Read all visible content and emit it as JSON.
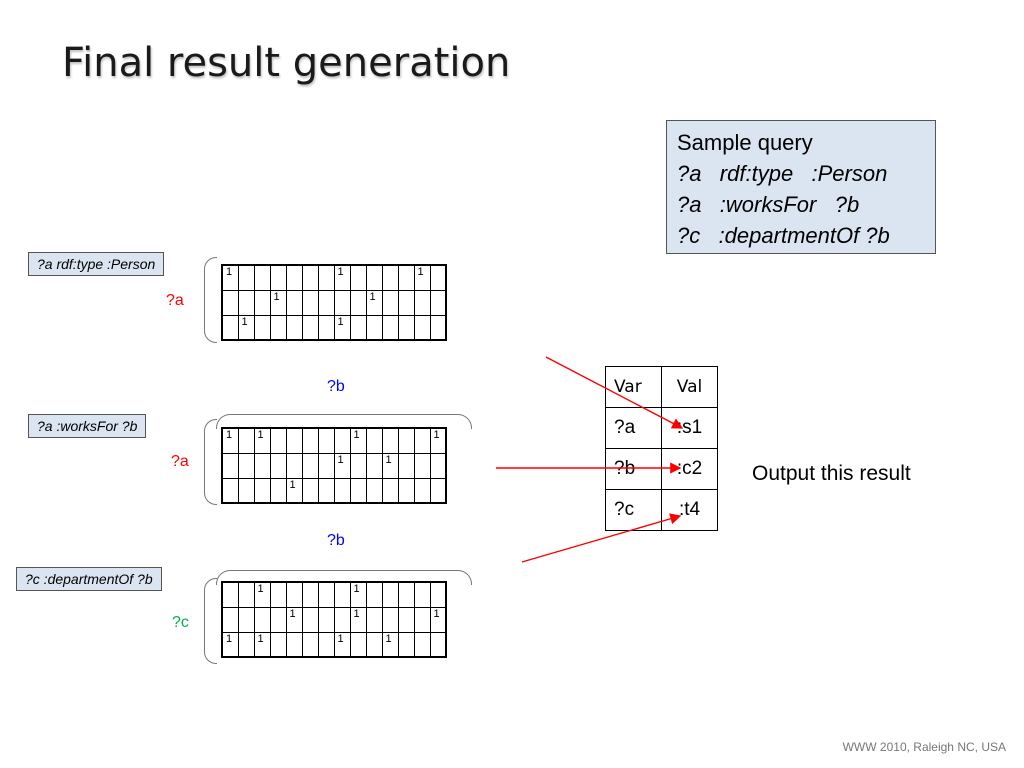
{
  "slide": {
    "title": "Final result generation",
    "footer": "WWW 2010, Raleigh NC, USA"
  },
  "sample_query": {
    "heading": "Sample query",
    "lines": [
      "?a   rdf:type   :Person",
      "?a   :worksFor   ?b",
      "?c   :departmentOf ?b"
    ]
  },
  "patterns": [
    {
      "label": "?a rdf:type :Person",
      "row_var": "?a",
      "col_var": "",
      "rows": [
        [
          "1",
          "",
          "",
          "",
          "",
          "",
          "",
          "1",
          "",
          "",
          "",
          "",
          "1",
          ""
        ],
        [
          "",
          "",
          "",
          "1",
          "",
          "",
          "",
          "",
          "",
          "1",
          "",
          "",
          "",
          ""
        ],
        [
          "",
          "1",
          "",
          "",
          "",
          "",
          "",
          "1",
          "",
          "",
          "",
          "",
          "",
          ""
        ]
      ]
    },
    {
      "label": "?a :worksFor ?b",
      "row_var": "?a",
      "col_var": "?b",
      "rows": [
        [
          "1",
          "",
          "1",
          "",
          "",
          "",
          "",
          "",
          "1",
          "",
          "",
          "",
          "",
          "1"
        ],
        [
          "",
          "",
          "",
          "",
          "",
          "",
          "",
          "1",
          "",
          "",
          "1",
          "",
          "",
          ""
        ],
        [
          "",
          "",
          "",
          "",
          "1",
          "",
          "",
          "",
          "",
          "",
          "",
          "",
          "",
          ""
        ]
      ]
    },
    {
      "label": "?c :departmentOf ?b",
      "row_var": "?c",
      "col_var": "?b",
      "rows": [
        [
          "",
          "",
          "1",
          "",
          "",
          "",
          "",
          "",
          "1",
          "",
          "",
          "",
          "",
          ""
        ],
        [
          "",
          "",
          "",
          "",
          "1",
          "",
          "",
          "",
          "1",
          "",
          "",
          "",
          "",
          "1"
        ],
        [
          "1",
          "",
          "1",
          "",
          "",
          "",
          "",
          "1",
          "",
          "",
          "1",
          "",
          "",
          ""
        ]
      ]
    }
  ],
  "result_table": {
    "headers": [
      "Var",
      "Val"
    ],
    "rows": [
      {
        "var": "?a",
        "val": ":s1"
      },
      {
        "var": "?b",
        "val": ":c2"
      },
      {
        "var": "?c",
        "val": ":t4"
      }
    ]
  },
  "output_note": "Output this result",
  "colors": {
    "label_box_bg": "#dbe5f1",
    "var_a": "#ff0000",
    "var_b": "#0000ff",
    "var_c": "#00b050",
    "arrow": "#ff0000"
  }
}
